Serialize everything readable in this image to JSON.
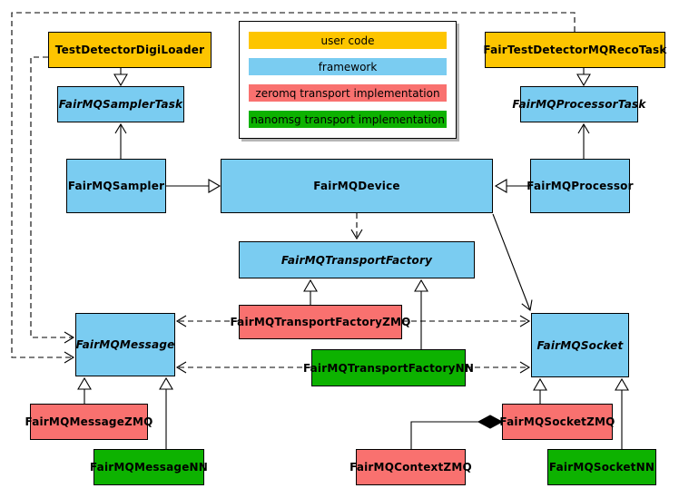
{
  "legend": {
    "items": [
      {
        "label": "user code",
        "color": "#FDC500",
        "category": "user-code"
      },
      {
        "label": "framework",
        "color": "#7ACCF1",
        "category": "framework"
      },
      {
        "label": "zeromq transport implementation",
        "color": "#F9716F",
        "category": "zeromq"
      },
      {
        "label": "nanomsg transport implementation",
        "color": "#0DB200",
        "category": "nanomsg"
      }
    ]
  },
  "colors": {
    "user_code": "#FDC500",
    "framework": "#7ACCF1",
    "zeromq_transport": "#F9716F",
    "nanomsg_transport": "#0DB200",
    "line": "#000000",
    "background": "#FFFFFF"
  },
  "nodes": {
    "testDetectorDigiLoader": {
      "label": "TestDetectorDigiLoader",
      "category": "user code",
      "abstract": false
    },
    "fairTestDetectorMQRecoTask": {
      "label": "FairTestDetectorMQRecoTask",
      "category": "user code",
      "abstract": false
    },
    "fairMQSamplerTask": {
      "label": "FairMQSamplerTask",
      "category": "framework",
      "abstract": true
    },
    "fairMQProcessorTask": {
      "label": "FairMQProcessorTask",
      "category": "framework",
      "abstract": true
    },
    "fairMQSampler": {
      "label": "FairMQSampler",
      "category": "framework",
      "abstract": false
    },
    "fairMQDevice": {
      "label": "FairMQDevice",
      "category": "framework",
      "abstract": false
    },
    "fairMQProcessor": {
      "label": "FairMQProcessor",
      "category": "framework",
      "abstract": false
    },
    "fairMQTransportFactory": {
      "label": "FairMQTransportFactory",
      "category": "framework",
      "abstract": true
    },
    "fairMQTransportFactoryZMQ": {
      "label": "FairMQTransportFactoryZMQ",
      "category": "zeromq",
      "abstract": false
    },
    "fairMQTransportFactoryNN": {
      "label": "FairMQTransportFactoryNN",
      "category": "nanomsg",
      "abstract": false
    },
    "fairMQMessage": {
      "label": "FairMQMessage",
      "category": "framework",
      "abstract": true
    },
    "fairMQSocket": {
      "label": "FairMQSocket",
      "category": "framework",
      "abstract": true
    },
    "fairMQMessageZMQ": {
      "label": "FairMQMessageZMQ",
      "category": "zeromq",
      "abstract": false
    },
    "fairMQMessageNN": {
      "label": "FairMQMessageNN",
      "category": "nanomsg",
      "abstract": false
    },
    "fairMQContextZMQ": {
      "label": "FairMQContextZMQ",
      "category": "zeromq",
      "abstract": false
    },
    "fairMQSocketZMQ": {
      "label": "FairMQSocketZMQ",
      "category": "zeromq",
      "abstract": false
    },
    "fairMQSocketNN": {
      "label": "FairMQSocketNN",
      "category": "nanomsg",
      "abstract": false
    }
  },
  "edges": [
    {
      "from": "TestDetectorDigiLoader",
      "to": "FairMQSamplerTask",
      "type": "inheritance"
    },
    {
      "from": "FairMQSampler",
      "to": "FairMQSamplerTask",
      "type": "association"
    },
    {
      "from": "FairTestDetectorMQRecoTask",
      "to": "FairMQProcessorTask",
      "type": "inheritance"
    },
    {
      "from": "FairMQProcessor",
      "to": "FairMQProcessorTask",
      "type": "association"
    },
    {
      "from": "FairMQSampler",
      "to": "FairMQDevice",
      "type": "inheritance"
    },
    {
      "from": "FairMQProcessor",
      "to": "FairMQDevice",
      "type": "inheritance"
    },
    {
      "from": "FairMQDevice",
      "to": "FairMQTransportFactory",
      "type": "dependency"
    },
    {
      "from": "FairMQDevice",
      "to": "FairMQSocket",
      "type": "association"
    },
    {
      "from": "FairMQTransportFactoryZMQ",
      "to": "FairMQTransportFactory",
      "type": "inheritance"
    },
    {
      "from": "FairMQTransportFactoryNN",
      "to": "FairMQTransportFactory",
      "type": "inheritance"
    },
    {
      "from": "FairMQTransportFactoryZMQ",
      "to": "FairMQMessage",
      "type": "dependency"
    },
    {
      "from": "FairMQTransportFactoryZMQ",
      "to": "FairMQSocket",
      "type": "dependency"
    },
    {
      "from": "FairMQTransportFactoryNN",
      "to": "FairMQMessage",
      "type": "dependency"
    },
    {
      "from": "FairMQTransportFactoryNN",
      "to": "FairMQSocket",
      "type": "dependency"
    },
    {
      "from": "FairTestDetectorMQRecoTask",
      "to": "FairMQMessage",
      "type": "dependency"
    },
    {
      "from": "TestDetectorDigiLoader",
      "to": "FairMQMessage",
      "type": "dependency"
    },
    {
      "from": "FairMQMessageZMQ",
      "to": "FairMQMessage",
      "type": "inheritance"
    },
    {
      "from": "FairMQMessageNN",
      "to": "FairMQMessage",
      "type": "inheritance"
    },
    {
      "from": "FairMQSocketZMQ",
      "to": "FairMQSocket",
      "type": "inheritance"
    },
    {
      "from": "FairMQSocketNN",
      "to": "FairMQSocket",
      "type": "inheritance"
    },
    {
      "from": "FairMQSocketZMQ",
      "to": "FairMQContextZMQ",
      "type": "composition"
    }
  ]
}
